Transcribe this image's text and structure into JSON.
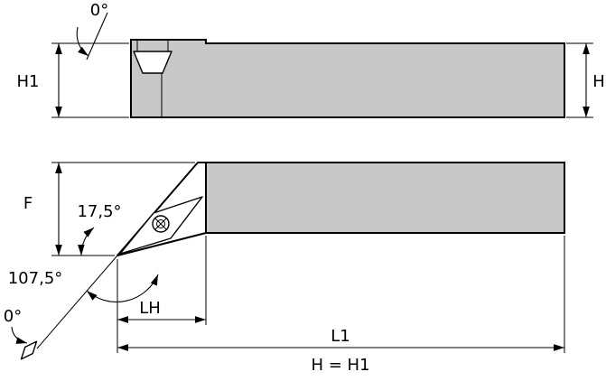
{
  "labels": {
    "top_inclination": "0°",
    "h1": "H1",
    "h": "H",
    "f": "F",
    "lead_angle": "17,5°",
    "included_angle": "107,5°",
    "bottom_inclination": "0°",
    "lh": "LH",
    "l1": "L1",
    "equation": "H = H1"
  },
  "colors": {
    "body_fill": "#c8c8c8",
    "outline": "#000000",
    "background": "#ffffff"
  }
}
